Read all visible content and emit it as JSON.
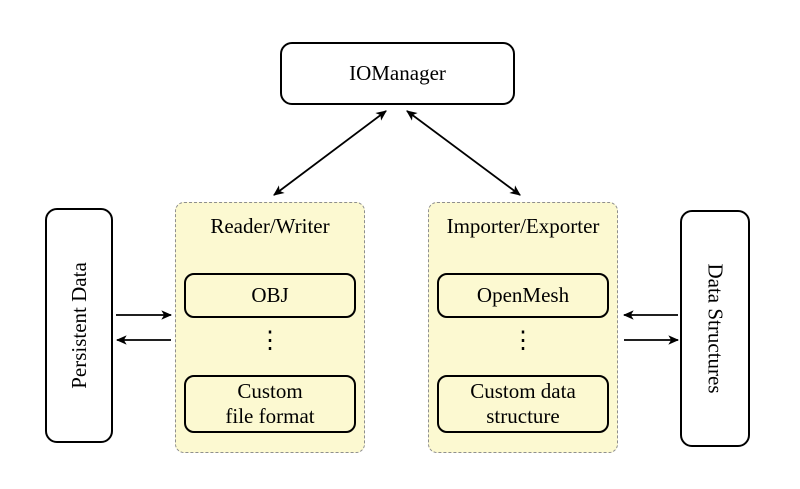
{
  "colors": {
    "background": "#ffffff",
    "panel_fill": "#fcf9d1",
    "panel_border": "#8f8f8f",
    "node_fill": "#ffffff",
    "node_border": "#000000",
    "arrow": "#000000",
    "text": "#000000"
  },
  "nodes": {
    "iomanager": {
      "label": "IOManager"
    },
    "persistent_data": {
      "label": "Persistent Data"
    },
    "data_structures": {
      "label": "Data Structures"
    },
    "reader_writer": {
      "title": "Reader/Writer",
      "top_item": "OBJ",
      "ellipsis": "⋮",
      "bottom_item": "Custom\nfile format"
    },
    "importer_exporter": {
      "title": "Importer/Exporter",
      "top_item": "OpenMesh",
      "ellipsis": "⋮",
      "bottom_item": "Custom data\nstructure"
    }
  },
  "edges": [
    {
      "from": "IOManager",
      "to": "Reader/Writer",
      "direction": "bidirectional"
    },
    {
      "from": "IOManager",
      "to": "Importer/Exporter",
      "direction": "bidirectional"
    },
    {
      "from": "Persistent Data",
      "to": "Reader/Writer",
      "direction": "forward"
    },
    {
      "from": "Reader/Writer",
      "to": "Persistent Data",
      "direction": "forward"
    },
    {
      "from": "Data Structures",
      "to": "Importer/Exporter",
      "direction": "forward"
    },
    {
      "from": "Importer/Exporter",
      "to": "Data Structures",
      "direction": "forward"
    }
  ]
}
